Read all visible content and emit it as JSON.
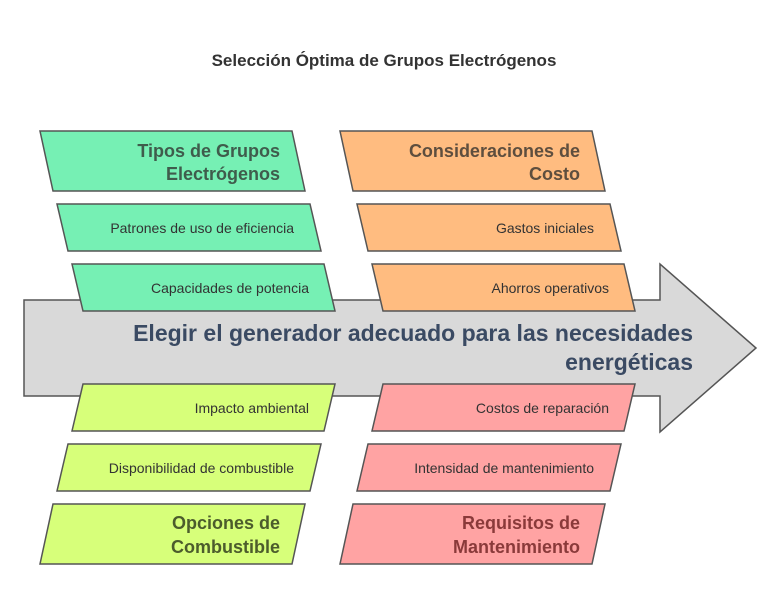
{
  "title": "Selección Óptima de Grupos Electrógenos",
  "spine": {
    "line1": "Elegir el generador adecuado para las necesidades",
    "line2": "energéticas",
    "fill": "#d9d9d9",
    "text_color": "#3a4a63"
  },
  "groups": {
    "tipos": {
      "heading_line1": "Tipos de Grupos",
      "heading_line2": "Electrógenos",
      "items": [
        "Patrones de uso de eficiencia",
        "Capacidades de potencia"
      ],
      "fill": "#76f0b4",
      "text_color": "#3f5c4c"
    },
    "costo": {
      "heading_line1": "Consideraciones de",
      "heading_line2": "Costo",
      "items": [
        "Gastos iniciales",
        "Ahorros operativos"
      ],
      "fill": "#ffbc80",
      "text_color": "#5e4e3e"
    },
    "combustible": {
      "heading_line1": "Opciones de",
      "heading_line2": "Combustible",
      "items": [
        "Impacto ambiental",
        "Disponibilidad de combustible"
      ],
      "fill": "#d7ff7a",
      "text_color": "#4c5c2c"
    },
    "mantenimiento": {
      "heading_line1": "Requisitos de",
      "heading_line2": "Mantenimiento",
      "items": [
        "Costos de reparación",
        "Intensidad de mantenimiento"
      ],
      "fill": "#ffa3a3",
      "text_color": "#8a3a3a"
    }
  }
}
